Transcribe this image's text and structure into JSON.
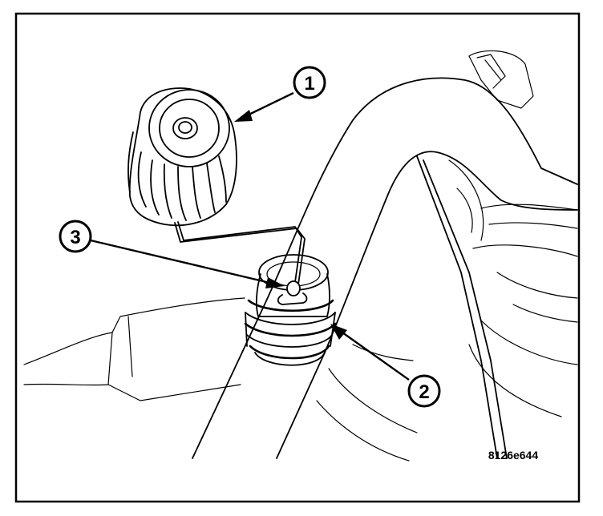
{
  "figure": {
    "id_label": "8126e644"
  },
  "callouts": [
    {
      "number": "1",
      "target": "service-port-cap"
    },
    {
      "number": "2",
      "target": "service-port-fitting"
    },
    {
      "number": "3",
      "target": "schrader-valve-core"
    }
  ],
  "colors": {
    "ink": "#000000",
    "paper": "#ffffff"
  }
}
